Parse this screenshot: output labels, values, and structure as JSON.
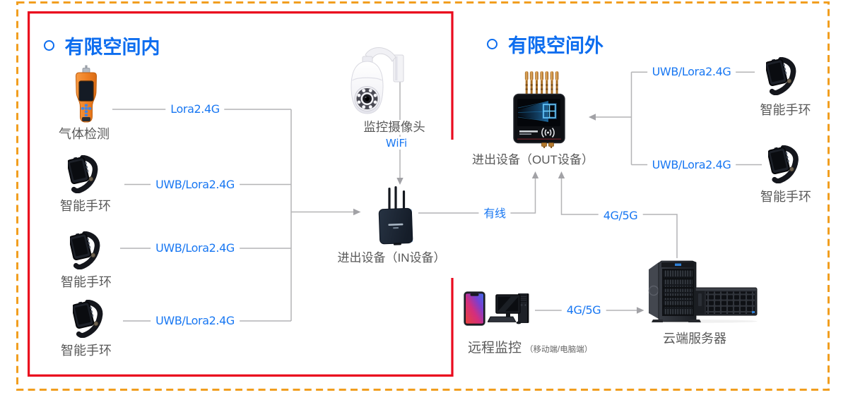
{
  "colors": {
    "accent-blue": "#0d6def",
    "link-blue": "#1877f2",
    "zone-red": "#ea0b1e",
    "border-orange": "#f19e1f",
    "label-gray": "#595959",
    "line-gray": "#b4b4b6",
    "arrow-gray": "#a2a2a6"
  },
  "zones": {
    "inside": {
      "title": "有限空间内"
    },
    "outside": {
      "title": "有限空间外"
    }
  },
  "nodes": {
    "gas_detector": {
      "label": "气体检测"
    },
    "wristband_in_1": {
      "label": "智能手环"
    },
    "wristband_in_2": {
      "label": "智能手环"
    },
    "wristband_in_3": {
      "label": "智能手环"
    },
    "camera": {
      "label": "监控摄像头",
      "sublabel": "WiFi"
    },
    "in_device": {
      "label": "进出设备（IN设备）"
    },
    "out_device": {
      "label": "进出设备（OUT设备）"
    },
    "wristband_out_1": {
      "label": "智能手环"
    },
    "wristband_out_2": {
      "label": "智能手环"
    },
    "cloud_server": {
      "label": "云端服务器"
    },
    "remote_monitor": {
      "label": "远程监控",
      "sublabel": "（移动端/电脑端）"
    }
  },
  "links": {
    "gas_to_gateway": {
      "label": "Lora2.4G"
    },
    "wristband1_to_gateway": {
      "label": "UWB/Lora2.4G"
    },
    "wristband2_to_gateway": {
      "label": "UWB/Lora2.4G"
    },
    "wristband3_to_gateway": {
      "label": "UWB/Lora2.4G"
    },
    "in_to_out": {
      "label": "有线"
    },
    "out_to_server": {
      "label": "4G/5G"
    },
    "monitor_to_server": {
      "label": "4G/5G"
    },
    "out_to_wristband1": {
      "label": "UWB/Lora2.4G"
    },
    "out_to_wristband2": {
      "label": "UWB/Lora2.4G"
    }
  }
}
